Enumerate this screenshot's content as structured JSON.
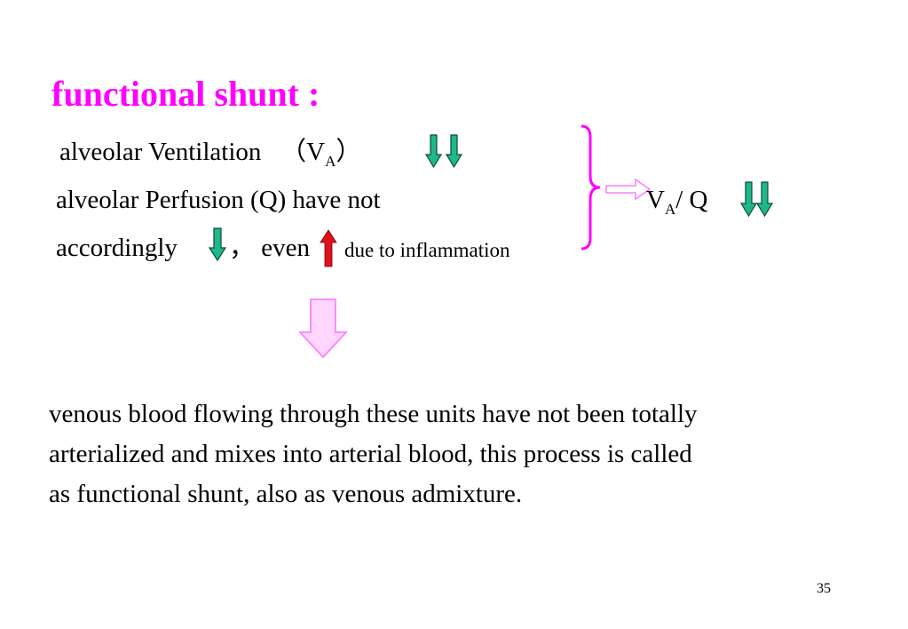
{
  "slide": {
    "title": "functional shunt :",
    "line1": {
      "text": "alveolar Ventilation 　（V",
      "subscript": "A",
      "close": "）",
      "arrows": "double-down-arrow-icon"
    },
    "line2": {
      "text": "alveolar Perfusion  (Q) have not"
    },
    "line3": {
      "text_a": "accordingly",
      "text_b": "， even",
      "text_c": "due to inflammation",
      "arrow_down": "down-arrow-icon",
      "arrow_up": "up-arrow-icon"
    },
    "result": {
      "v": "V",
      "subscript": "A",
      "ratio": "/ Q",
      "arrows": "double-down-arrow-icon"
    },
    "paragraph": [
      "venous blood flowing through these units have not been totally",
      " arterialized and mixes into arterial blood, this process is called",
      " as functional shunt, also as venous admixture."
    ],
    "page_number": "35",
    "colors": {
      "title": "#ff00ff",
      "green_arrow": "#1fb88c",
      "red_arrow": "#e0101c",
      "pink_arrow": "#ff80ff",
      "pink_fill": "#ffd6ff",
      "brace": "#ff00ff"
    }
  }
}
